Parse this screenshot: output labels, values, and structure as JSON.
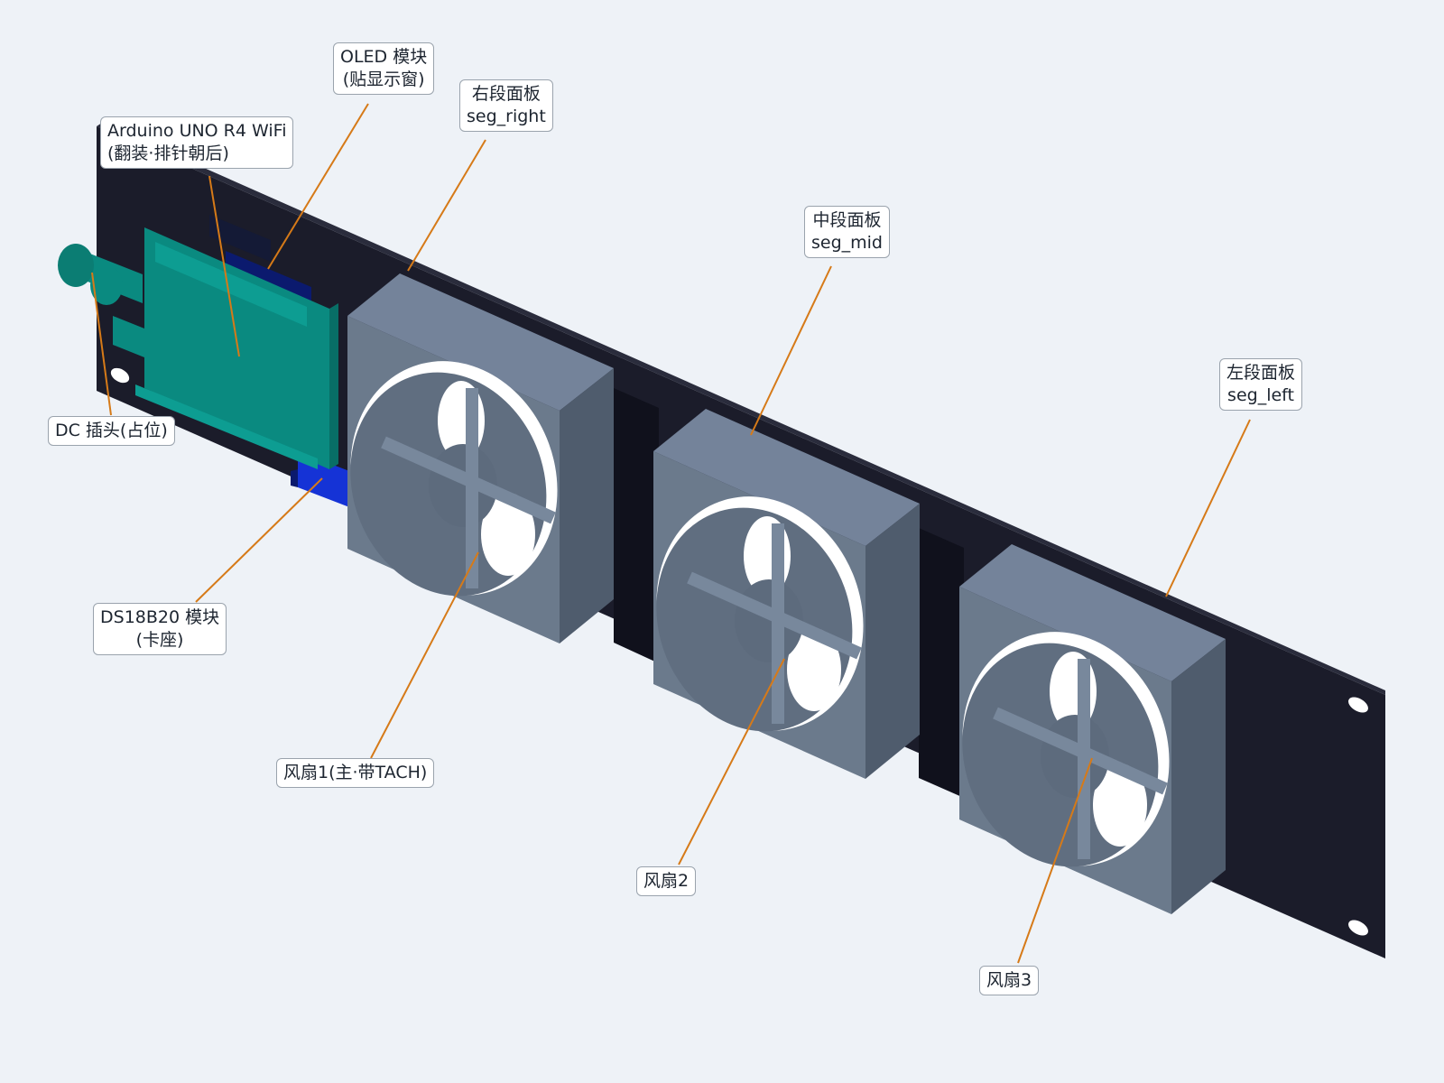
{
  "labels": {
    "oled": {
      "line1": "OLED 模块",
      "line2": "(贴显示窗)"
    },
    "seg_right": {
      "line1": "右段面板",
      "line2": "seg_right"
    },
    "arduino": {
      "line1": "Arduino UNO R4 WiFi",
      "line2": "(翻装·排针朝后)"
    },
    "seg_mid": {
      "line1": "中段面板",
      "line2": "seg_mid"
    },
    "seg_left": {
      "line1": "左段面板",
      "line2": "seg_left"
    },
    "dc": {
      "line1": "DC 插头(占位)"
    },
    "ds18b20": {
      "line1": "DS18B20 模块",
      "line2": "(卡座)"
    },
    "fan1": {
      "line1": "风扇1(主·带TACH)"
    },
    "fan2": {
      "line1": "风扇2"
    },
    "fan3": {
      "line1": "风扇3"
    }
  },
  "colors": {
    "background": "#eef2f7",
    "panel": "#1b1c2a",
    "fan_body": "#5d6b7d",
    "arduino_board": "#0a8a80",
    "oled_module": "#0b1a6e",
    "ds18b20_module": "#1533d6",
    "leader_line": "#d67a18"
  }
}
